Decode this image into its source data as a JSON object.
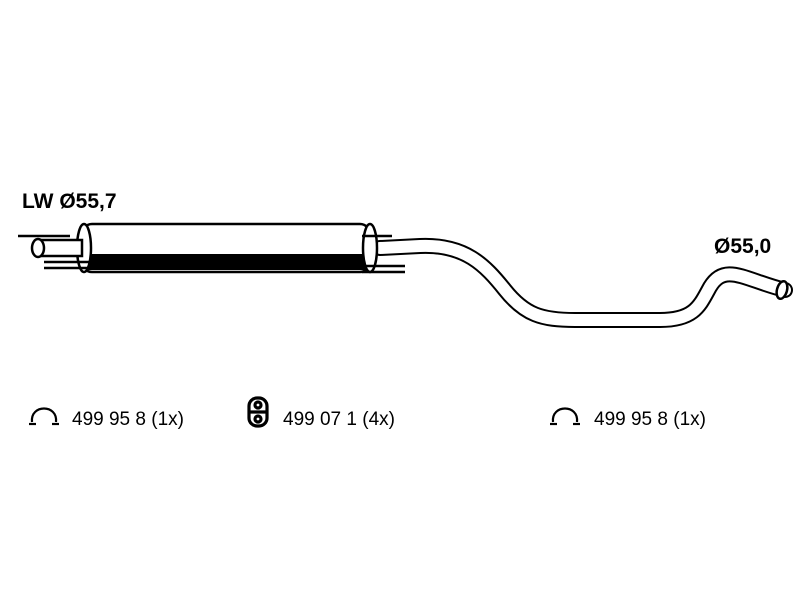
{
  "diagram": {
    "inlet_diameter": "LW Ø55,7",
    "outlet_diameter": "Ø55,0"
  },
  "parts": [
    {
      "number": "499 95 8 (1x)",
      "icon": "pipe-clamp-icon"
    },
    {
      "number": "499 07 1 (4x)",
      "icon": "rubber-hanger-icon"
    },
    {
      "number": "499 95 8 (1x)",
      "icon": "pipe-clamp-icon"
    }
  ],
  "colors": {
    "line": "#000000",
    "background": "#ffffff"
  }
}
